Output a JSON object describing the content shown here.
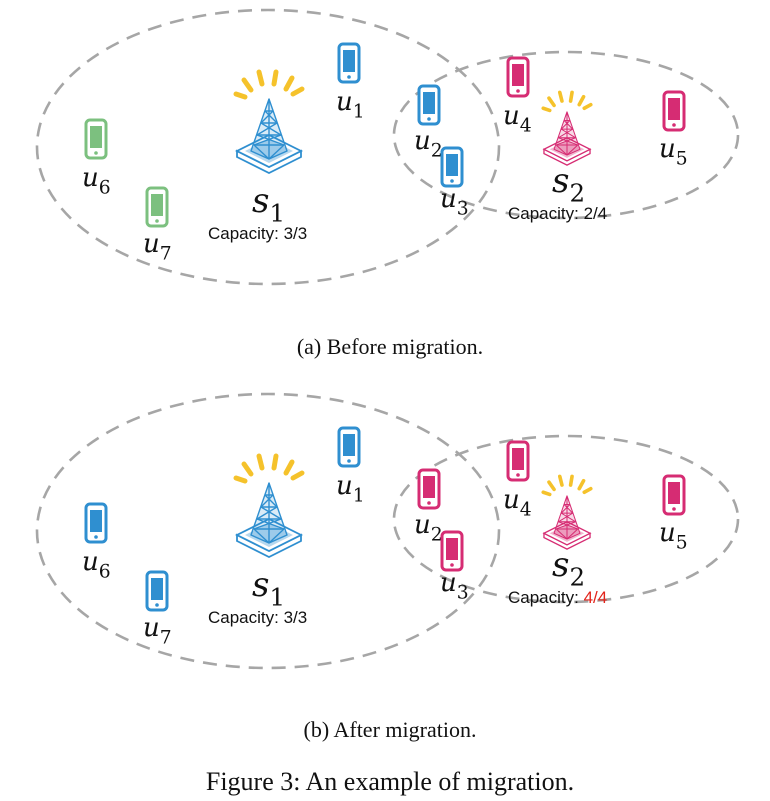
{
  "colors": {
    "blue": "#2f8fd0",
    "green": "#7cc07f",
    "pink": "#d62c73",
    "ellipse": "#a6a6a6",
    "rays": "#f5c22b",
    "red": "#e2241b"
  },
  "icons": {
    "phone": "smartphone-icon",
    "tower": "edge-server-tower-icon"
  },
  "panel_a": {
    "caption": "(a) Before migration.",
    "servers": [
      {
        "letter": "s",
        "sub": "1",
        "color": "blue",
        "cap_label": "Capacity: ",
        "cap_value": "3/3",
        "cap_value_color": "dark"
      },
      {
        "letter": "s",
        "sub": "2",
        "color": "pink",
        "cap_label": "Capacity: ",
        "cap_value": "2/4",
        "cap_value_color": "dark"
      }
    ],
    "users": [
      {
        "letter": "u",
        "sub": "1",
        "color": "blue"
      },
      {
        "letter": "u",
        "sub": "2",
        "color": "blue"
      },
      {
        "letter": "u",
        "sub": "3",
        "color": "blue"
      },
      {
        "letter": "u",
        "sub": "4",
        "color": "pink"
      },
      {
        "letter": "u",
        "sub": "5",
        "color": "pink"
      },
      {
        "letter": "u",
        "sub": "6",
        "color": "green"
      },
      {
        "letter": "u",
        "sub": "7",
        "color": "green"
      }
    ]
  },
  "panel_b": {
    "caption": "(b) After migration.",
    "servers": [
      {
        "letter": "s",
        "sub": "1",
        "color": "blue",
        "cap_label": "Capacity: ",
        "cap_value": "3/3",
        "cap_value_color": "dark"
      },
      {
        "letter": "s",
        "sub": "2",
        "color": "pink",
        "cap_label": "Capacity: ",
        "cap_value": "4/4",
        "cap_value_color": "red"
      }
    ],
    "users": [
      {
        "letter": "u",
        "sub": "1",
        "color": "blue"
      },
      {
        "letter": "u",
        "sub": "2",
        "color": "pink"
      },
      {
        "letter": "u",
        "sub": "3",
        "color": "pink"
      },
      {
        "letter": "u",
        "sub": "4",
        "color": "pink"
      },
      {
        "letter": "u",
        "sub": "5",
        "color": "pink"
      },
      {
        "letter": "u",
        "sub": "6",
        "color": "blue"
      },
      {
        "letter": "u",
        "sub": "7",
        "color": "blue"
      }
    ]
  },
  "figure_caption": "Figure 3: An example of migration."
}
